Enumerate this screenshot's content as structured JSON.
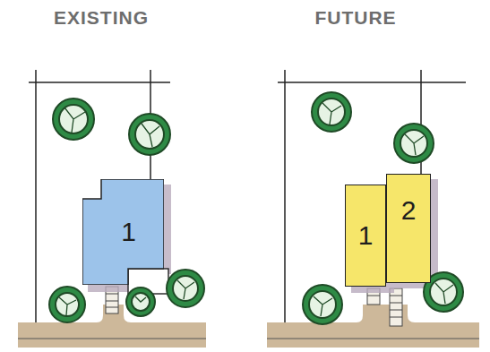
{
  "diagram": {
    "nodes": [
      {
        "text": [
          "1"
        ]
      },
      {
        "text": [
          "1"
        ]
      },
      {
        "text": [
          "2"
        ]
      }
    ],
    "labels": [
      "EXISTING",
      "FUTURE"
    ]
  }
}
